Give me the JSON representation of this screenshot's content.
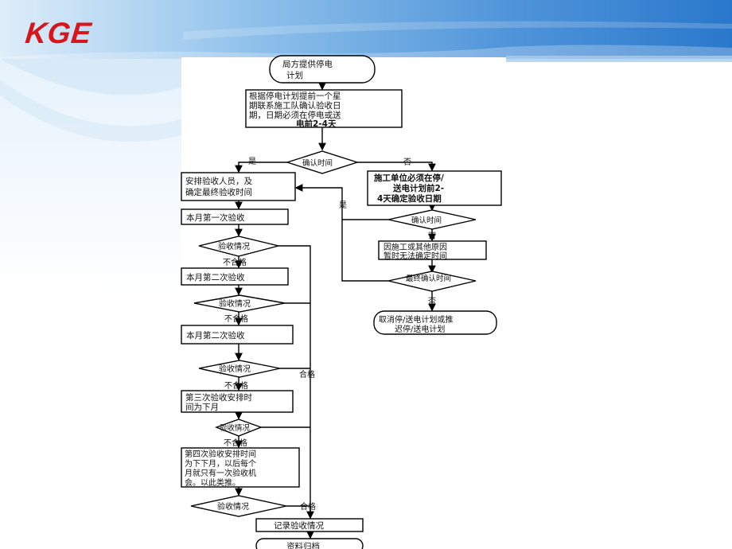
{
  "brand": {
    "logo_text": "KGE"
  },
  "flowchart": {
    "start": "局方提供停电计划",
    "step_contact": [
      "根据停电计划提前一个星",
      "期联系施工队确认验收日",
      "期，日期必须在停电或送",
      "电前2-4天"
    ],
    "decision_confirm_time": "确认时间",
    "label_yes": "是",
    "label_no": "否",
    "step_arrange": [
      "安排验收人员，及",
      "确定最终验收时间"
    ],
    "step_contractor": [
      "施工单位必须在停/",
      "送电计划前2-",
      "4天确定验收日期"
    ],
    "decision_confirm_time_2": "确认时间",
    "step_reason": [
      "因施工或其他原因",
      "暂时无法确定时间"
    ],
    "decision_final": "最终确认时间",
    "step_cancel": [
      "取消停/送电计划或推",
      "迟停/送电计划"
    ],
    "step_first_inspection": "本月第一次验收",
    "decision_status": "验收情况",
    "label_fail": "不合格",
    "label_pass": "合格",
    "step_second_inspection": "本月第二次验收",
    "step_third_inspection": "本月第二次验收",
    "step_third_next": [
      "第三次验收安排时",
      "间为下月"
    ],
    "step_fourth": [
      "第四次验收安排时间",
      "为下下月，以后每个",
      "月就只有一次验收机",
      "会。以此类推。"
    ],
    "step_record": "记录验收情况",
    "end": "资料归档"
  }
}
